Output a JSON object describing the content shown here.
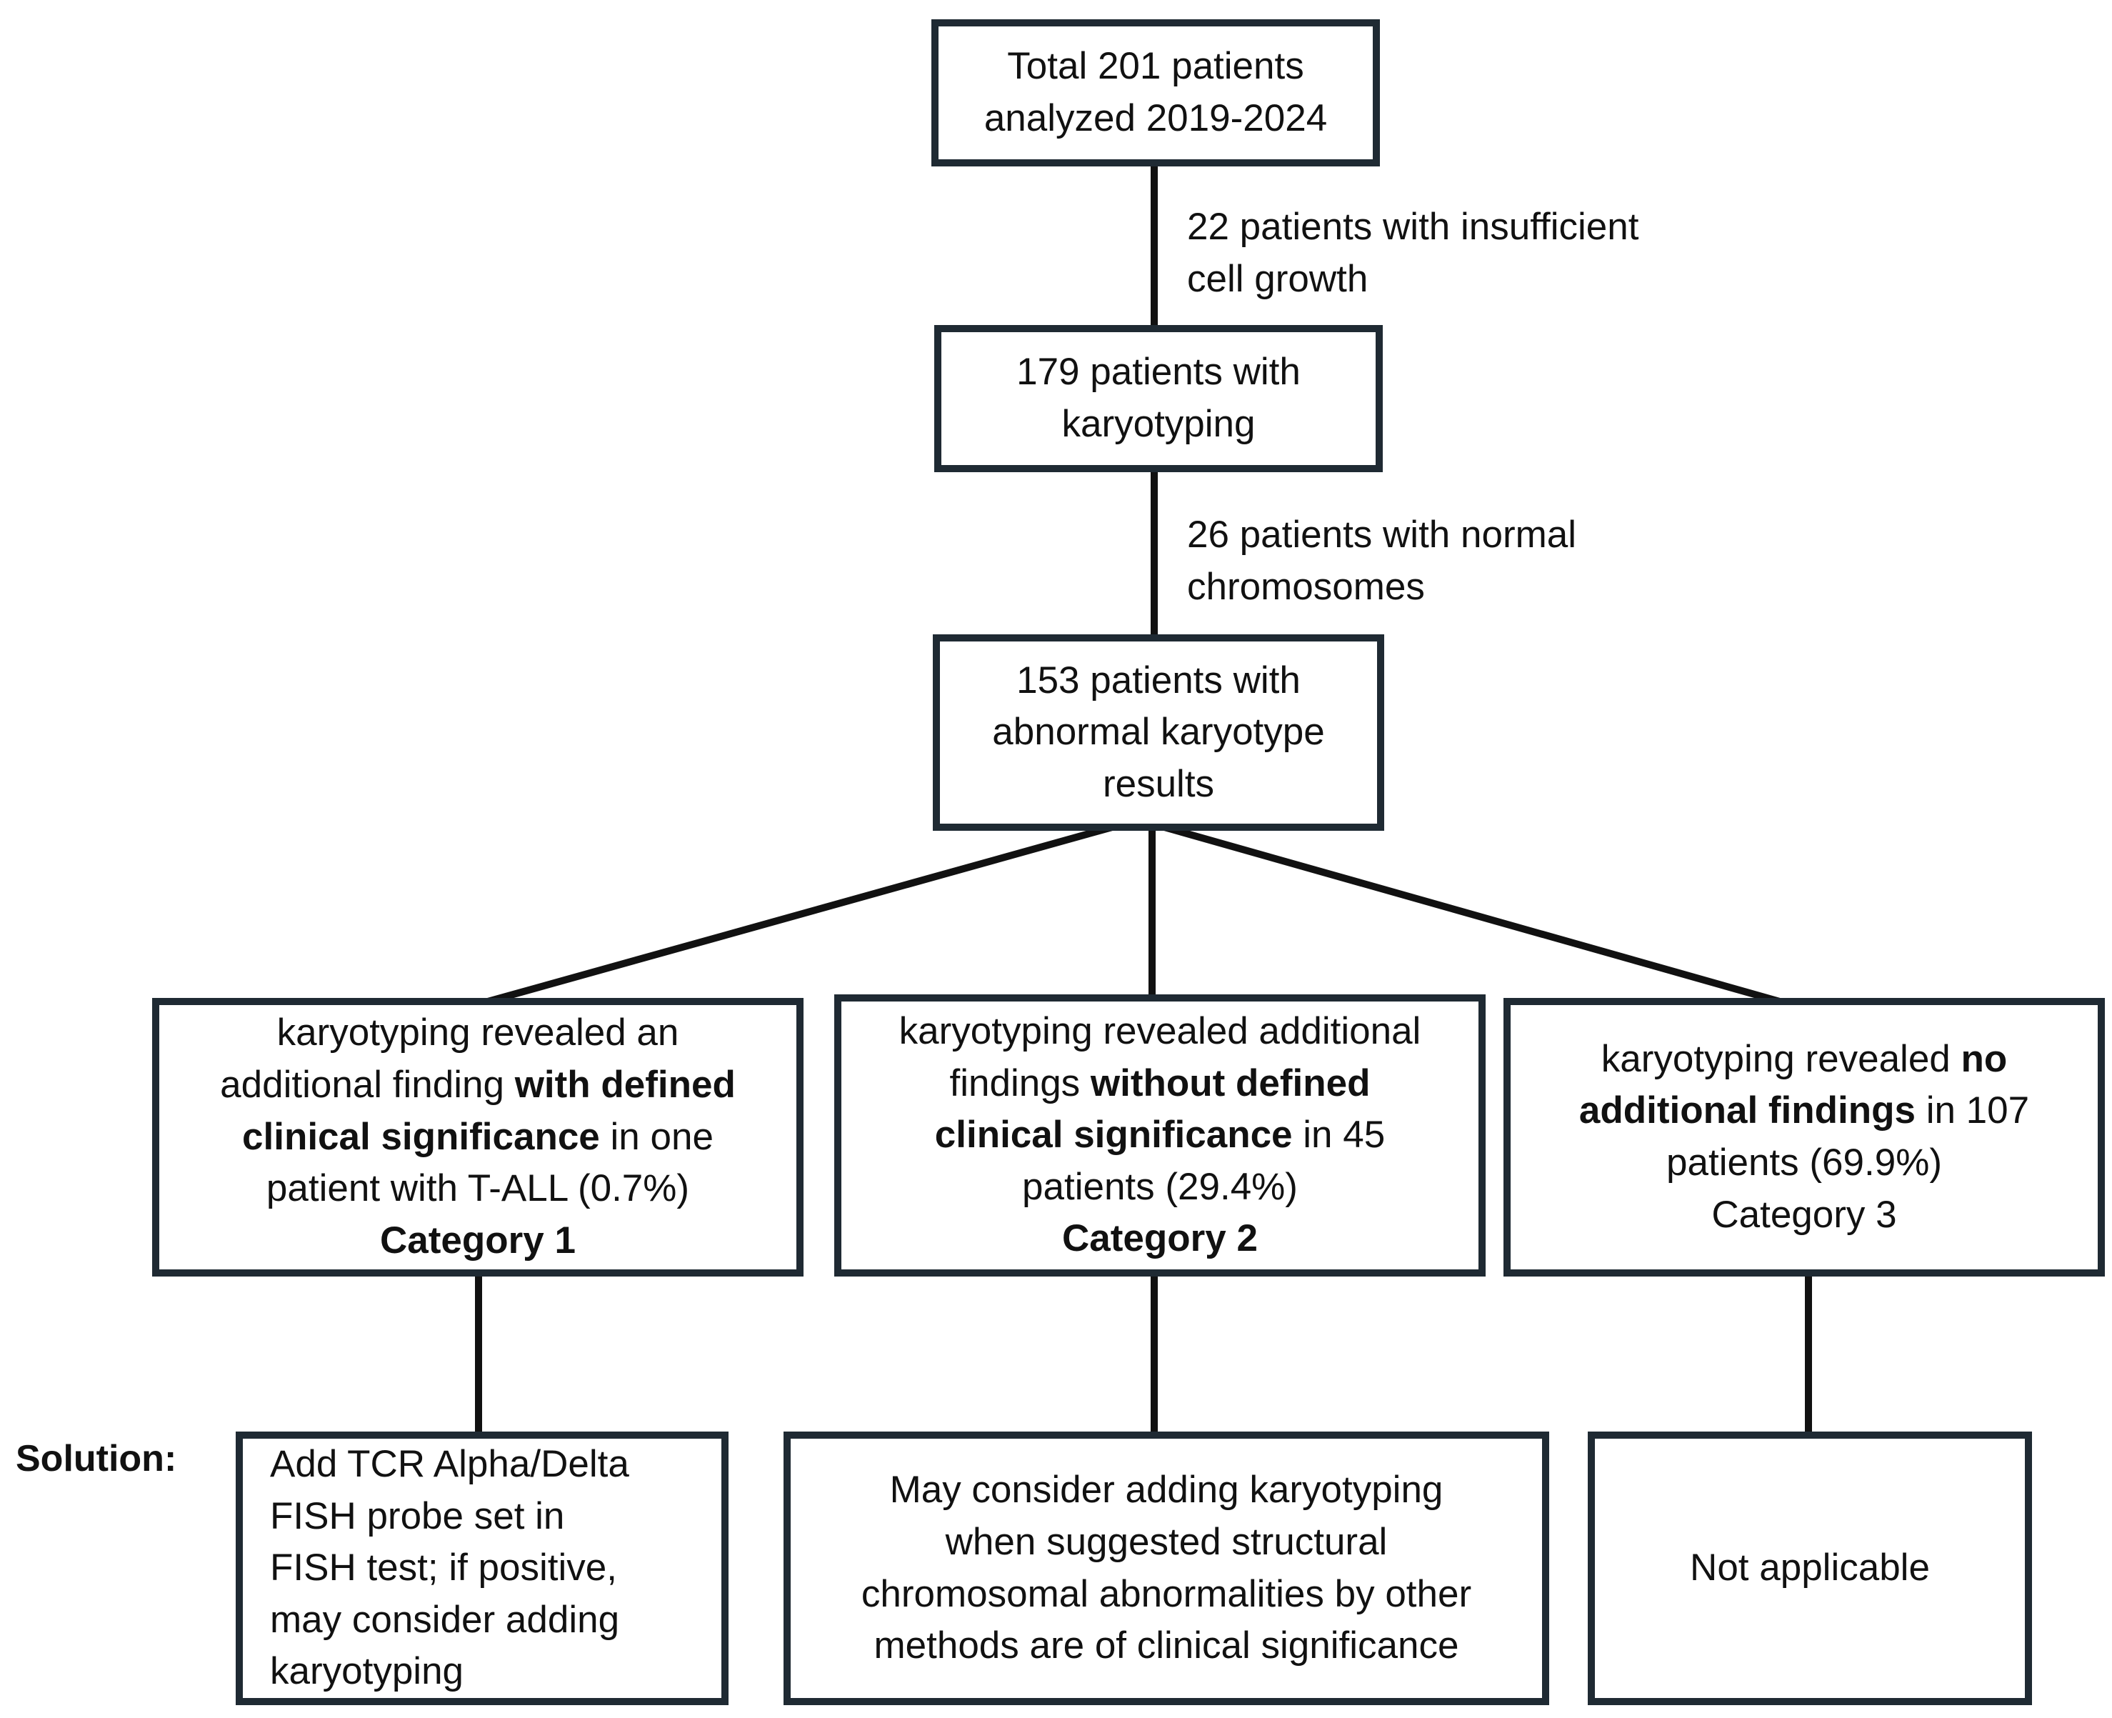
{
  "flow": {
    "top": {
      "lines": [
        "Total 201 patients",
        "analyzed 2019-2024"
      ]
    },
    "exclusion1": {
      "lines": [
        "22 patients with insufficient",
        "cell growth"
      ]
    },
    "karyotyping": {
      "lines": [
        "179 patients with",
        "karyotyping"
      ]
    },
    "exclusion2": {
      "lines": [
        "26 patients with normal",
        "chromosomes"
      ]
    },
    "abnormal": {
      "lines": [
        "153 patients with",
        "abnormal karyotype",
        "results"
      ]
    }
  },
  "categories": [
    {
      "l1": "karyotyping revealed an",
      "l2a": "additional finding ",
      "l2b": "with defined",
      "l3a": "clinical significance",
      "l3b": " in one",
      "l4": "patient with T-ALL (0.7%)",
      "l5": "Category 1"
    },
    {
      "l1": "karyotyping revealed additional",
      "l2a": "findings ",
      "l2b": "without defined",
      "l3a": "clinical significance",
      "l3b": " in 45",
      "l4": "patients (29.4%)",
      "l5": "Category 2"
    },
    {
      "l1a": "karyotyping revealed ",
      "l1b": "no",
      "l2a": "additional findings",
      "l2b": " in 107",
      "l3": "patients (69.9%)",
      "l4": "Category 3"
    }
  ],
  "solution": {
    "label": "Solution:",
    "items": [
      {
        "lines": [
          "Add TCR Alpha/Delta",
          "FISH probe set in",
          "FISH test; if positive,",
          "may consider adding",
          "karyotyping"
        ]
      },
      {
        "lines": [
          "May consider adding karyotyping",
          "when suggested structural",
          "chromosomal abnormalities by other",
          "methods are of clinical significance"
        ]
      },
      {
        "lines": [
          "Not applicable"
        ]
      }
    ]
  }
}
